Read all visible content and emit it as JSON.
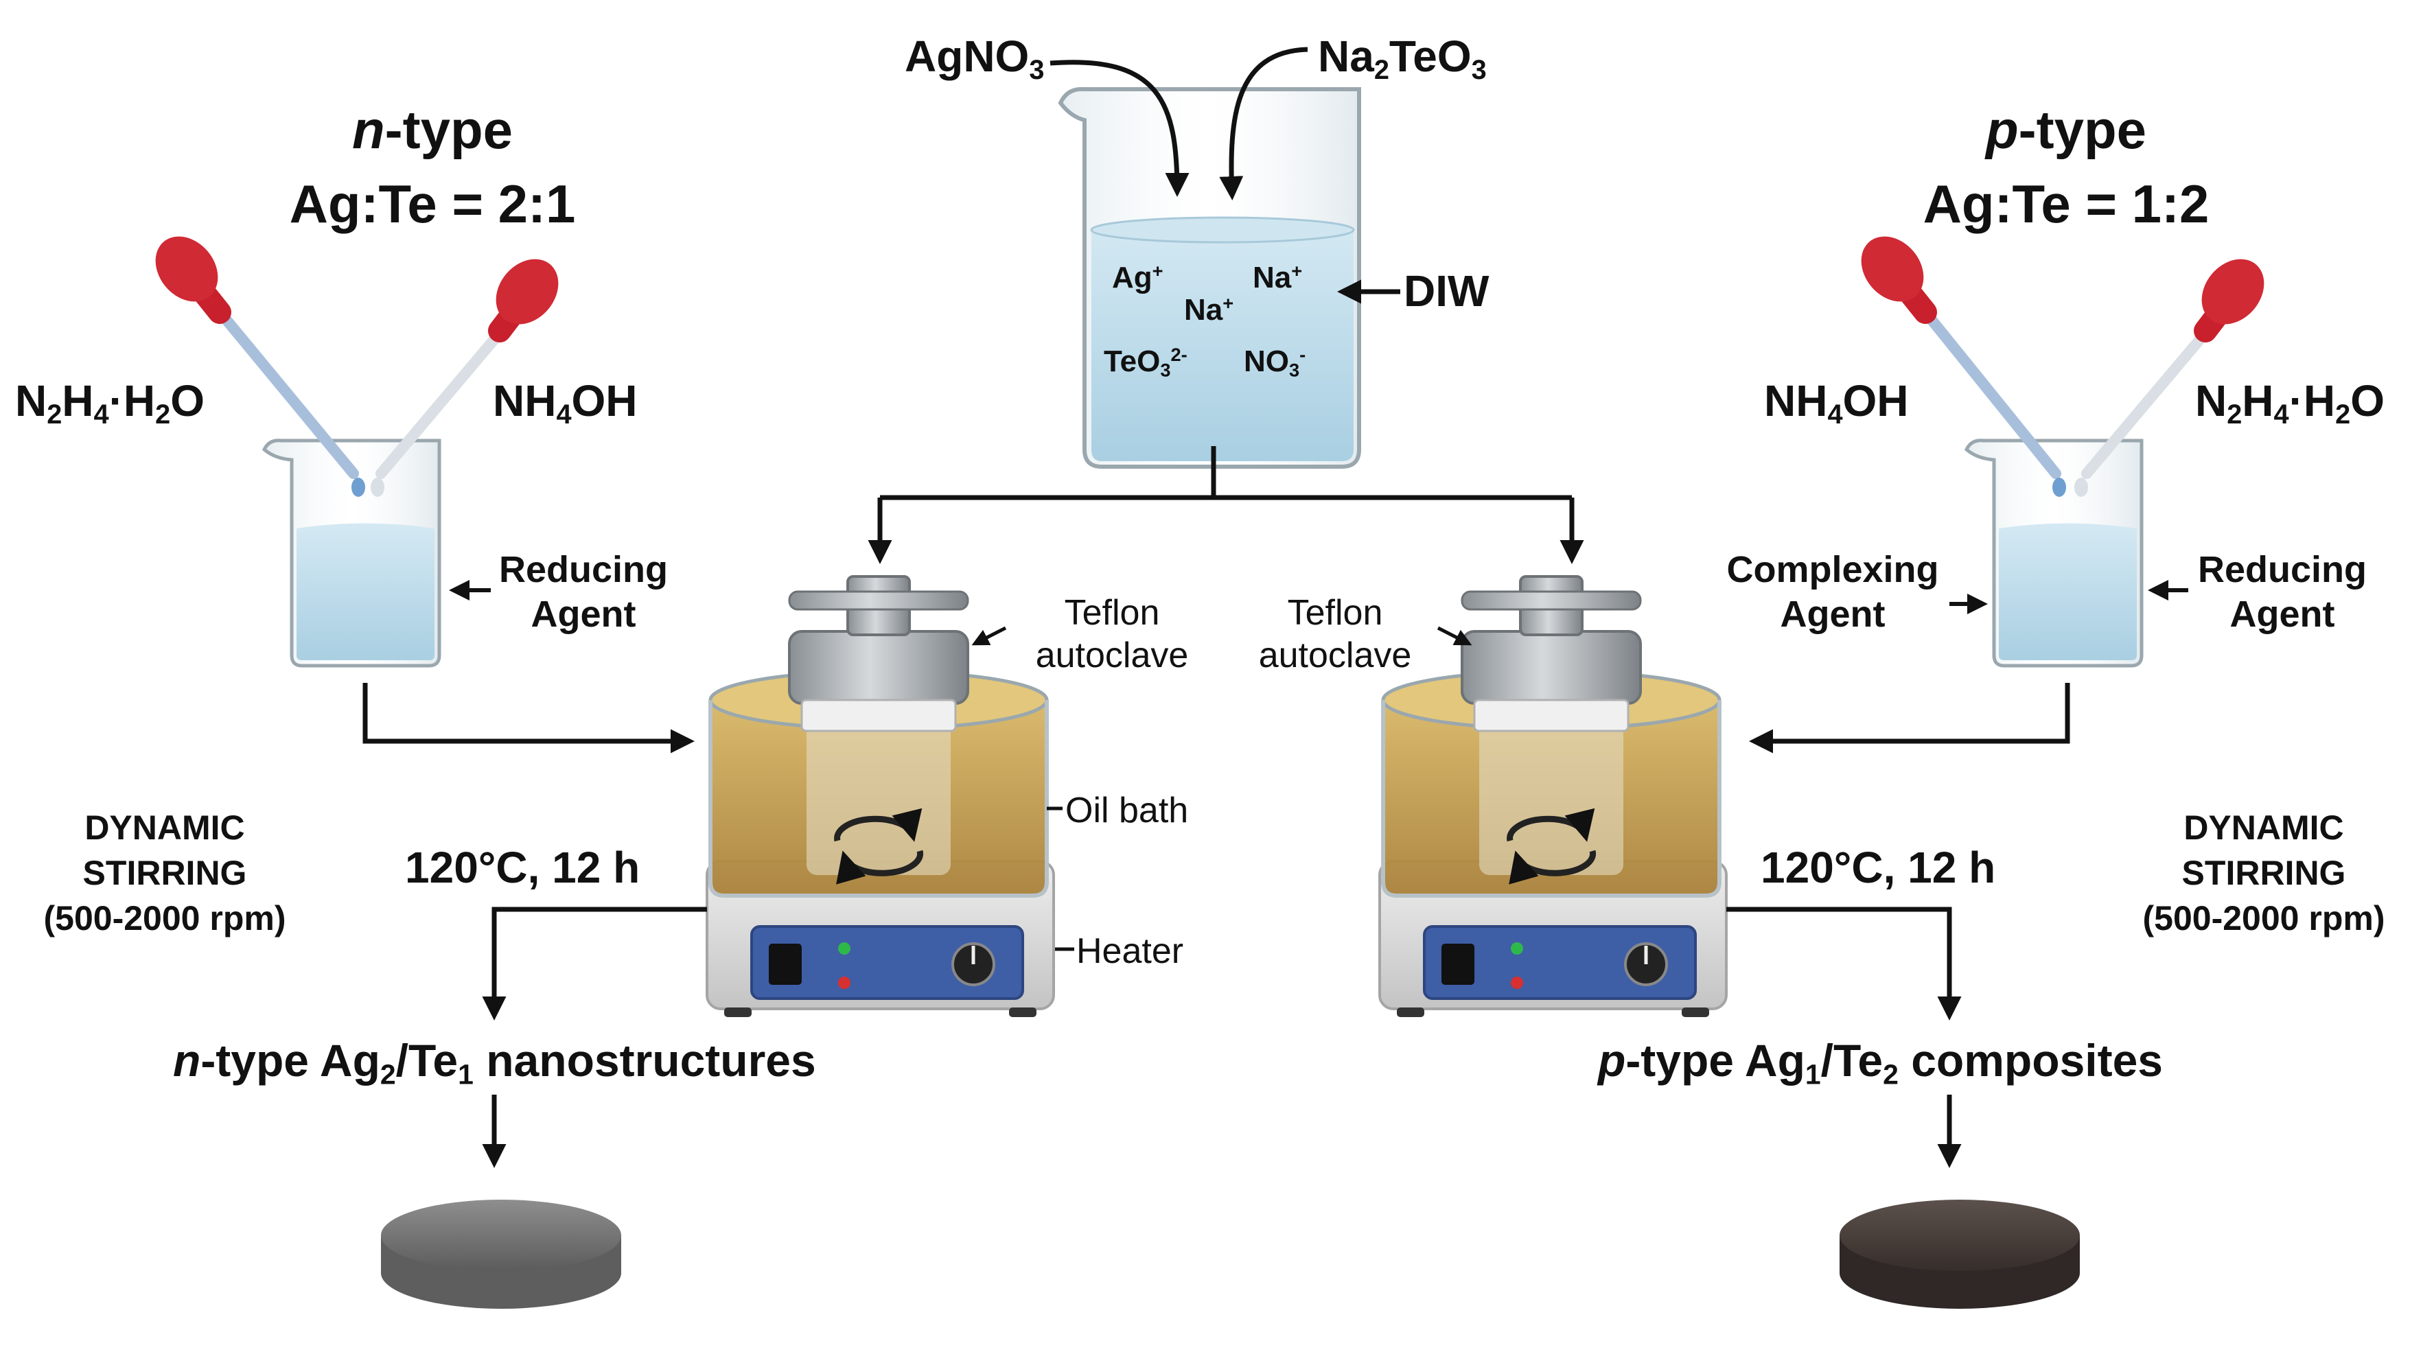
{
  "n_side": {
    "title_prefix": "n",
    "title_suffix": "-type",
    "ratio": "Ag:Te = 2:1",
    "dropper_left": {
      "base": "N",
      "s1": "2",
      "mid": "H",
      "s2": "4",
      "tail": "·H",
      "s3": "2",
      "end": "O"
    },
    "dropper_right": {
      "base": "NH",
      "s1": "4",
      "end": "OH"
    },
    "agent_line1": "Reducing",
    "agent_line2": "Agent",
    "stirring_l1": "DYNAMIC",
    "stirring_l2": "STIRRING",
    "stirring_l3": "(500-2000 rpm)",
    "condition": "120°C, 12 h",
    "product_italic": "n",
    "product_a": "-type Ag",
    "product_s1": "2",
    "product_b": "/Te",
    "product_s2": "1",
    "product_c": " nanostructures",
    "pellet_color": "#6f6f6f"
  },
  "p_side": {
    "title_prefix": "p",
    "title_suffix": "-type",
    "ratio": "Ag:Te = 1:2",
    "dropper_left": {
      "base": "NH",
      "s1": "4",
      "end": "OH"
    },
    "dropper_right": {
      "base": "N",
      "s1": "2",
      "mid": "H",
      "s2": "4",
      "tail": "·H",
      "s3": "2",
      "end": "O"
    },
    "complexing_line1": "Complexing",
    "complexing_line2": "Agent",
    "agent_line1": "Reducing",
    "agent_line2": "Agent",
    "stirring_l1": "DYNAMIC",
    "stirring_l2": "STIRRING",
    "stirring_l3": "(500-2000 rpm)",
    "condition": "120°C, 12 h",
    "product_italic": "p",
    "product_a": "-type Ag",
    "product_s1": "1",
    "product_b": "/Te",
    "product_s2": "2",
    "product_c": " composites",
    "pellet_color": "#4a403c"
  },
  "precursor": {
    "agno3_base": "AgNO",
    "agno3_sub": "3",
    "na2teo3_a": "Na",
    "na2teo3_s1": "2",
    "na2teo3_b": "TeO",
    "na2teo3_s2": "3",
    "solvent": "DIW",
    "ion_ag": "Ag",
    "ion_ag_charge": "+",
    "ion_na1": "Na",
    "ion_na1_charge": "+",
    "ion_na2": "Na",
    "ion_na2_charge": "+",
    "ion_teo3": "TeO",
    "ion_teo3_sub": "3",
    "ion_teo3_charge": "2-",
    "ion_no3": "NO",
    "ion_no3_sub": "3",
    "ion_no3_charge": "-"
  },
  "apparatus": {
    "autoclave_l1": "Teflon",
    "autoclave_l2": "autoclave",
    "oil_bath": "Oil bath",
    "heater": "Heater"
  },
  "colors": {
    "liquid_blue": "#bcdcec",
    "oil": "#c9a450",
    "dropper_red": "#c8202c",
    "arrow": "#111111",
    "heater_panel": "#3e5ea6"
  }
}
